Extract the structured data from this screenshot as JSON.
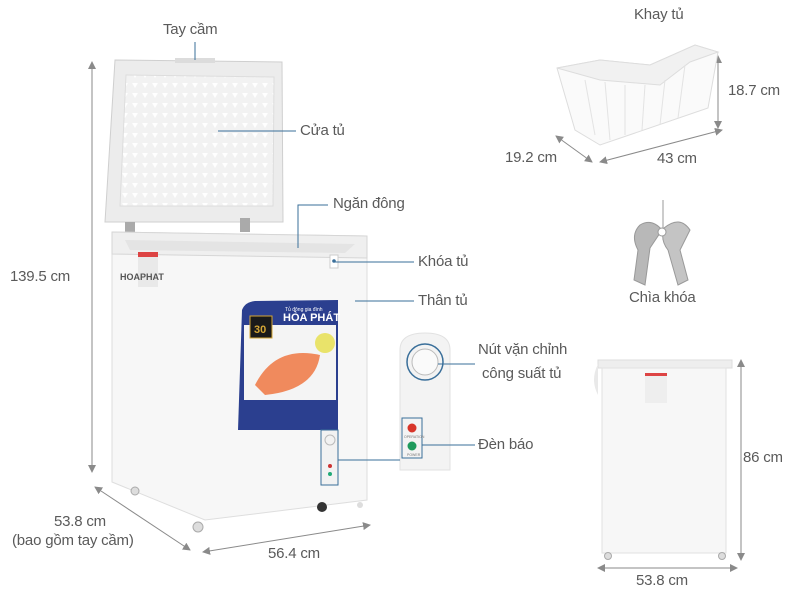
{
  "labels": {
    "handle": "Tay cầm",
    "door": "Cửa tủ",
    "freezer_compartment": "Ngăn đông",
    "lock": "Khóa tủ",
    "body": "Thân tủ",
    "knob_line1": "Nút vặn chỉnh",
    "knob_line2": "công suất tủ",
    "indicator": "Đèn báo",
    "basket": "Khay tủ",
    "keys": "Chìa khóa"
  },
  "dimensions": {
    "height": "139.5 cm",
    "depth": "53.8 cm",
    "depth_note": "(bao gồm tay cầm)",
    "width": "56.4 cm",
    "basket_height": "18.7 cm",
    "basket_depth": "19.2 cm",
    "basket_width": "43 cm",
    "side_height": "86 cm",
    "side_width": "53.8 cm"
  },
  "product": {
    "brand": "HÒA PHÁT",
    "badge": "30",
    "sticker_caption": "Tủ đông gia đình",
    "panel_operation": "OPERATION",
    "panel_power": "POWER"
  },
  "colors": {
    "leader_line": "#3a6f9a",
    "sticker_blue": "#2b3f8f",
    "arrow": "#8a8a8a"
  }
}
